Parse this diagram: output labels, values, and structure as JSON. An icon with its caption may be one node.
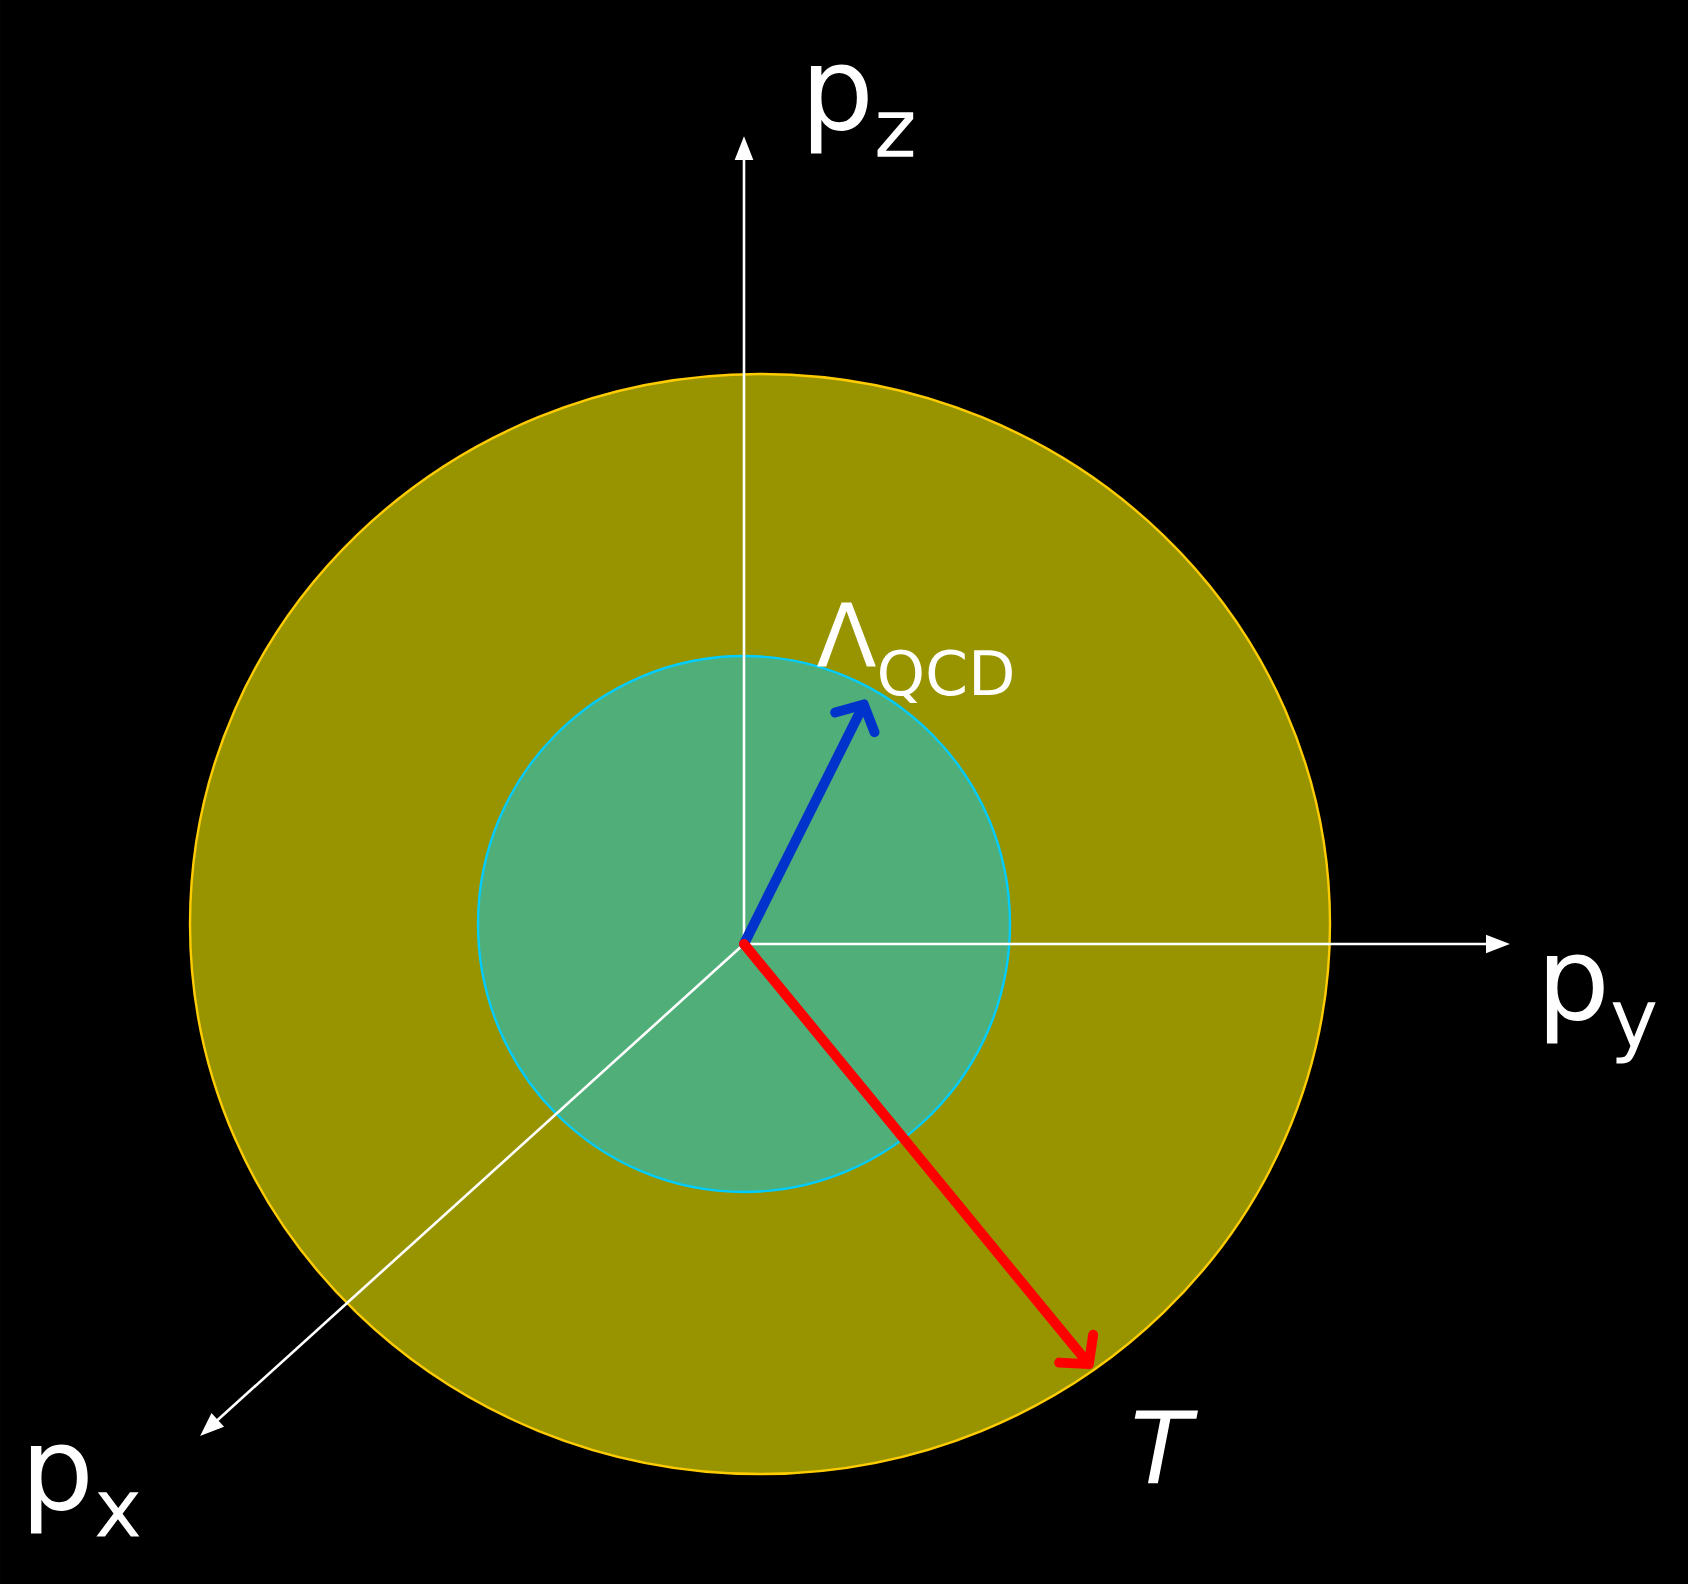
{
  "diagram": {
    "labels": [
      "p$_{z}$",
      "Λ$_{QCD}$",
      "p$_{y}$",
      "p$_{x}$",
      "T"
    ]
  }
}
